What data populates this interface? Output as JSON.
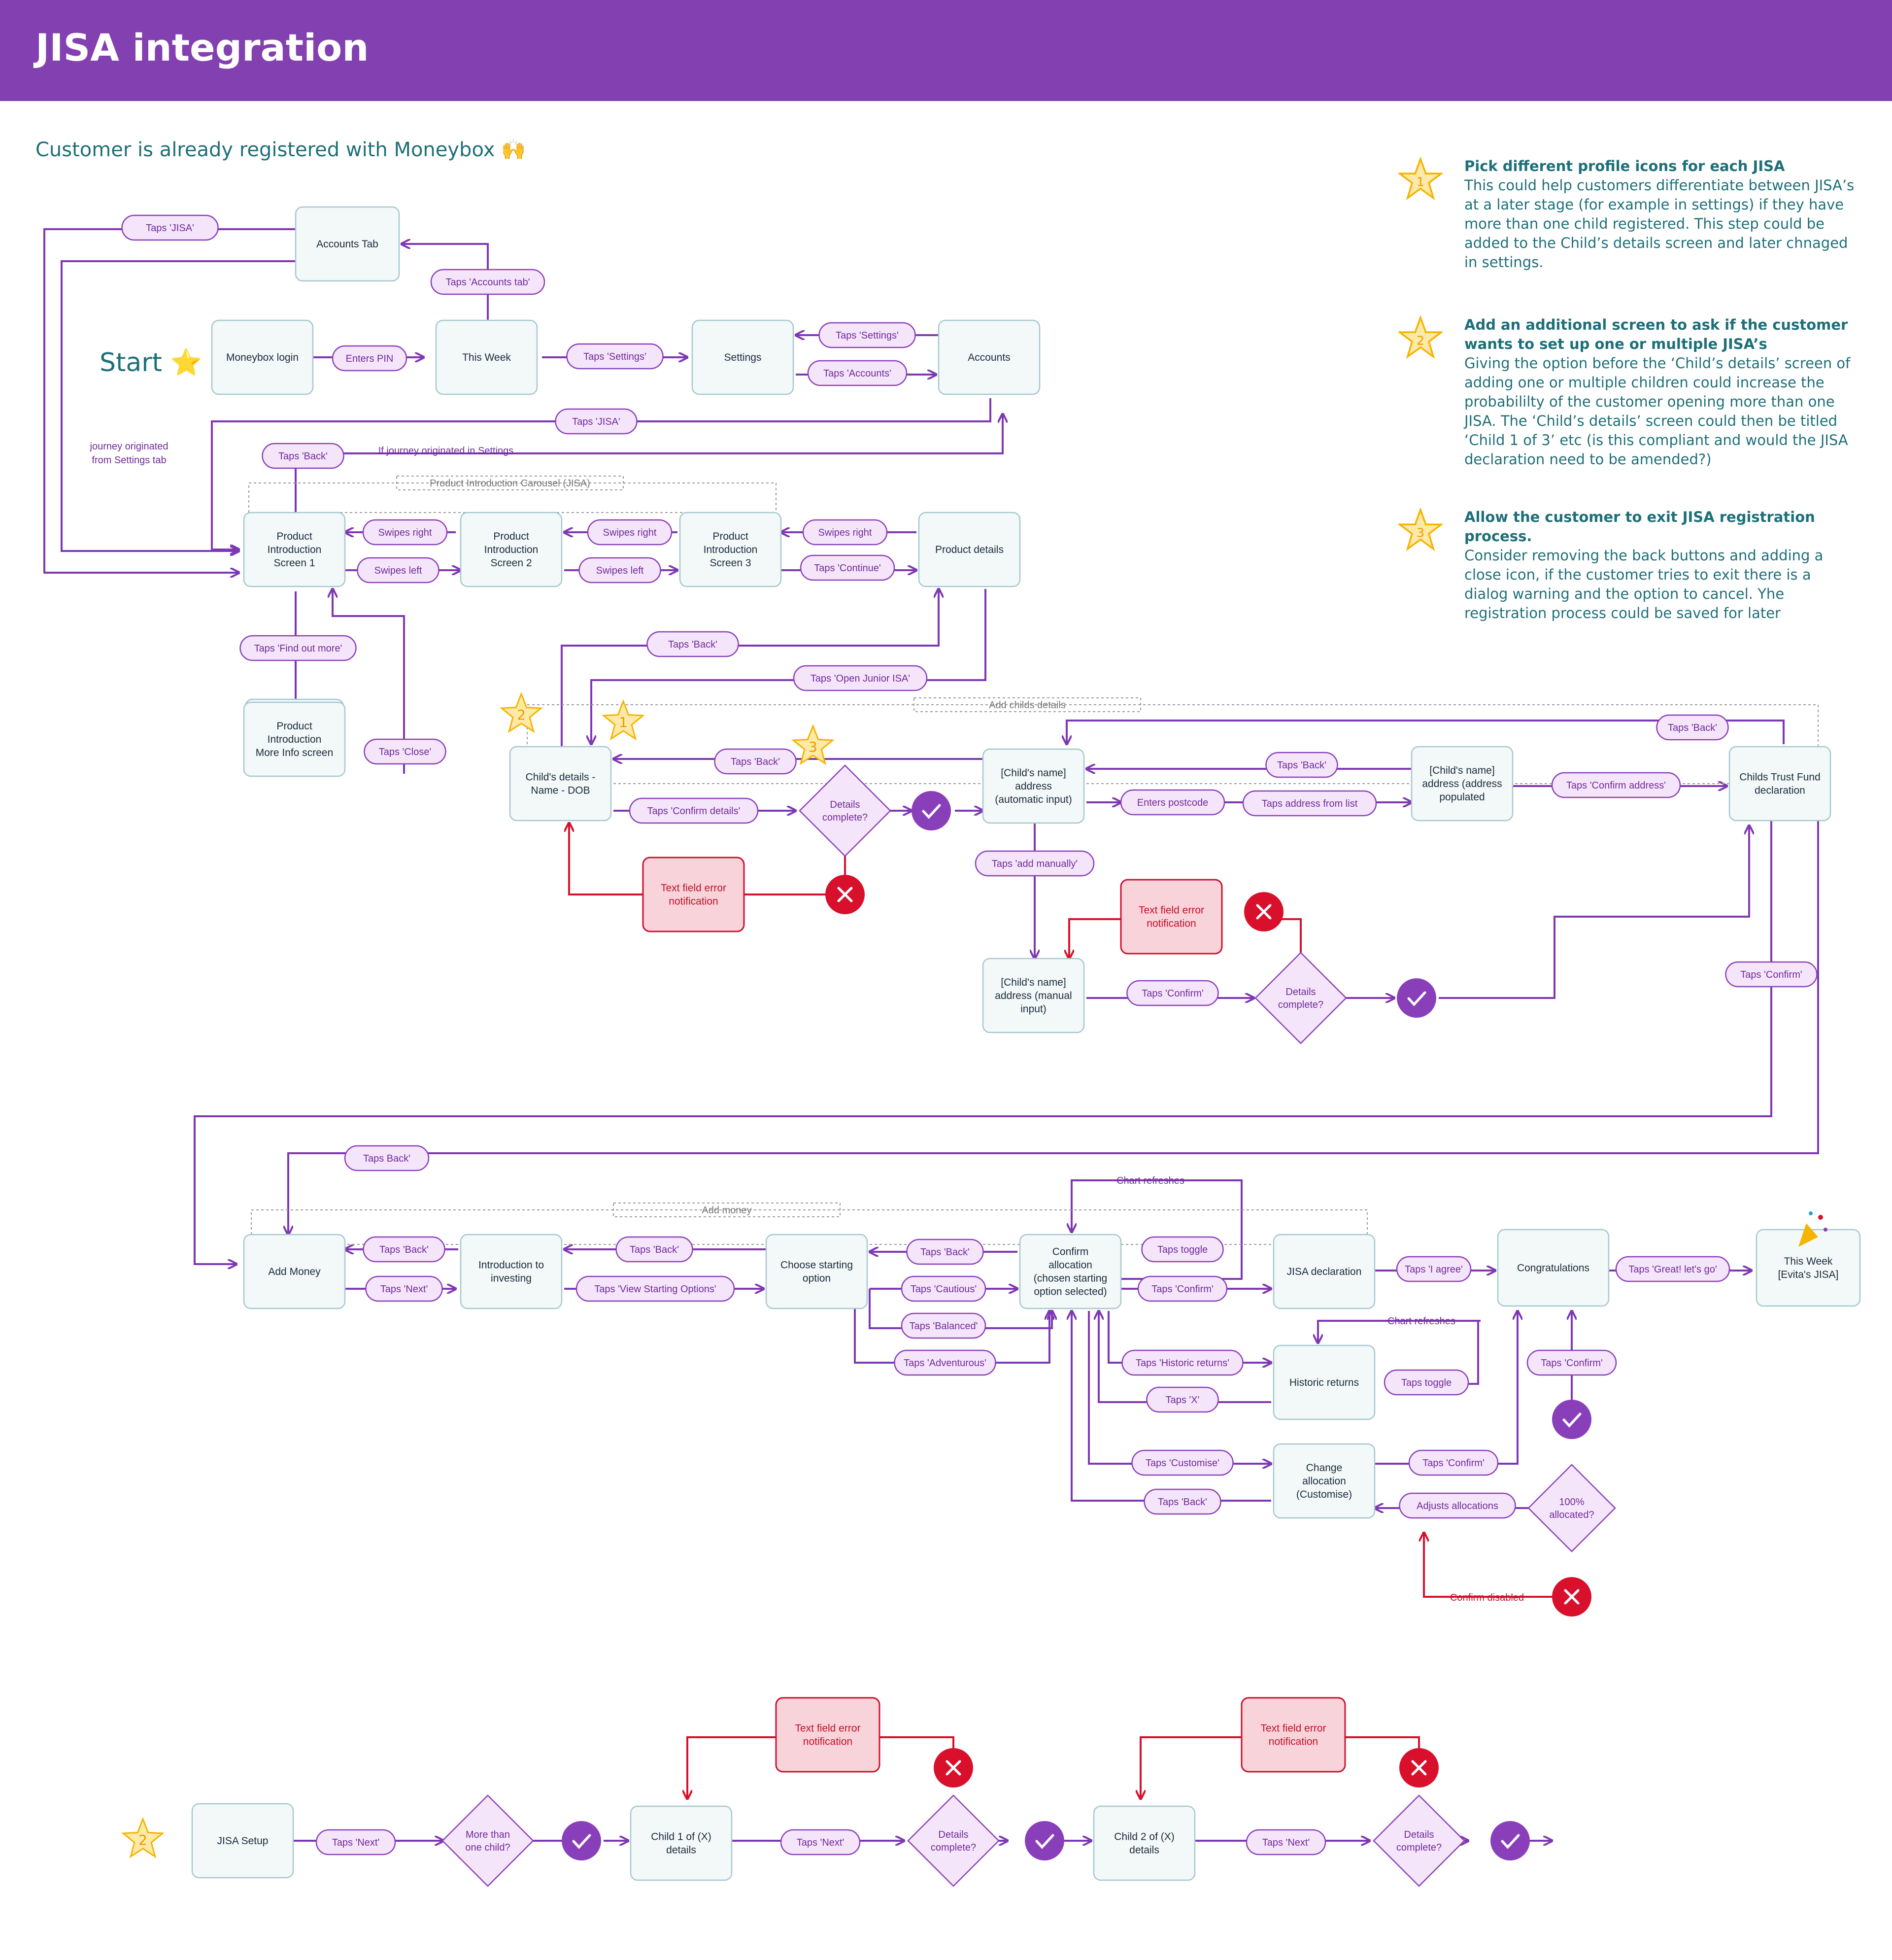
{
  "header": {
    "title": "JISA integration"
  },
  "subtitle": "Customer is already registered with Moneybox 🙌",
  "start_label": "Start ⭐",
  "notes": [
    {
      "num": "1",
      "title": "Pick different profile icons for each JISA",
      "body": "This could help customers differentiate between JISA’s at a later stage (for example in settings) if they have more than one child registered. This step could be added to the Child’s details screen and later chnaged in settings."
    },
    {
      "num": "2",
      "title": "Add an additional screen to ask if the customer wants to set up one or multiple JISA’s",
      "body": "Giving the option before the ‘Child’s details’ screen of adding one or multiple children could increase the probabililty of the customer opening more than one JISA. The ‘Child’s details’ screen could then be titled ‘Child 1 of 3’ etc (is this compliant and would the JISA declaration need to be amended?)"
    },
    {
      "num": "3",
      "title": "Allow the customer to exit JISA registration process.",
      "body": "Consider removing the back buttons and adding a close icon, if the customer tries to exit there is a dialog warning and the option to cancel. Yhe registration process could be saved for later"
    }
  ],
  "groups": {
    "carousel": "Product Introduction Carousel (JISA)",
    "childs_details": "Add childs details",
    "add_money": "Add money"
  },
  "nodes": {
    "accounts_tab": [
      "Accounts Tab"
    ],
    "moneybox_login": [
      "Moneybox login"
    ],
    "this_week": [
      "This Week"
    ],
    "settings": [
      "Settings"
    ],
    "accounts": [
      "Accounts"
    ],
    "pi1": [
      "Product",
      "Introduction",
      "Screen 1"
    ],
    "pi2": [
      "Product",
      "Introduction",
      "Screen 2"
    ],
    "pi3": [
      "Product",
      "Introduction",
      "Screen 3"
    ],
    "product_details": [
      "Product details"
    ],
    "pi_more": [
      "Product",
      "Introduction",
      "More Info screen"
    ],
    "child_dob": [
      "Child's details -",
      "Name - DOB"
    ],
    "addr_auto": [
      "[Child's name]",
      "address",
      "(automatic input)"
    ],
    "addr_pop": [
      "[Child's name]",
      "address (address",
      "populated"
    ],
    "ctf": [
      "Childs Trust Fund",
      "declaration"
    ],
    "addr_manual": [
      "[Child's name]",
      "address (manual",
      "input)"
    ],
    "add_money": [
      "Add Money"
    ],
    "intro_investing": [
      "Introduction to",
      "investing"
    ],
    "choose_option": [
      "Choose starting",
      "option"
    ],
    "confirm_alloc": [
      "Confirm",
      "allocation",
      "(chosen starting",
      "option selected)"
    ],
    "jisa_decl": [
      "JISA declaration"
    ],
    "congrats": [
      "Congratulations"
    ],
    "this_week_evita": [
      "This Week",
      "[Evita's JISA]"
    ],
    "historic": [
      "Historic returns"
    ],
    "change_alloc": [
      "Change",
      "allocation",
      "(Customise)"
    ],
    "jisa_setup": [
      "JISA Setup"
    ],
    "child1": [
      "Child 1 of (X)",
      "details"
    ],
    "child2": [
      "Child 2 of (X)",
      "details"
    ]
  },
  "errors": {
    "err1": [
      "Text field error",
      "notification"
    ],
    "err2": [
      "Text field error",
      "notification"
    ],
    "err3": [
      "Text field error",
      "notification"
    ],
    "err4": [
      "Text field error",
      "notification"
    ]
  },
  "decisions": {
    "d1": [
      "Details",
      "complete?"
    ],
    "d2": [
      "Details",
      "complete?"
    ],
    "d3": [
      "100%",
      "allocated?"
    ],
    "d4": [
      "More than",
      "one child?"
    ],
    "d5": [
      "Details",
      "complete?"
    ],
    "d6": [
      "Details",
      "complete?"
    ]
  },
  "labels": {
    "l1": "Taps 'JISA'",
    "l2": "Taps 'Accounts tab'",
    "l3": "Enters PIN",
    "l4": "Taps 'Settings'",
    "l5": "Taps 'Settings'",
    "l6": "Taps 'Accounts'",
    "l7": "Taps 'JISA'",
    "l8": "Taps 'Back'",
    "l9": "Swipes right",
    "l10": "Swipes left",
    "l11": "Swipes right",
    "l12": "Swipes left",
    "l13": "Swipes right",
    "l14": "Taps 'Continue'",
    "l15": "Taps 'Find out more'",
    "l16": "Taps 'Close'",
    "l17": "Taps 'Back'",
    "l18": "Taps 'Open Junior ISA'",
    "l19": "Taps 'Back'",
    "l20": "Taps 'Confirm details'",
    "l21": "Taps 'Back'",
    "l22": "Enters postcode",
    "l23": "Taps address from list",
    "l24": "Taps 'Confirm address'",
    "l25": "Taps 'Back'",
    "l26": "Taps 'add manually'",
    "l27": "Taps 'Confirm'",
    "l28": "Taps 'Confirm'",
    "l29": "Taps Back'",
    "l30": "Taps 'Back'",
    "l31": "Taps 'Next'",
    "l32": "Taps 'Back'",
    "l33": "Taps 'View Starting Options'",
    "l34": "Taps 'Back'",
    "l35": "Taps 'Cautious'",
    "l36": "Taps 'Balanced'",
    "l37": "Taps 'Adventurous'",
    "l38": "Taps toggle",
    "l39": "Taps 'Confirm'",
    "l40": "Taps 'I agree'",
    "l41": "Taps 'Great! let's go'",
    "l42": "Taps 'Historic returns'",
    "l43": "Taps 'X'",
    "l44": "Taps toggle",
    "l45": "Taps 'Customise'",
    "l46": "Taps 'Back'",
    "l47": "Taps 'Confirm'",
    "l48": "Adjusts allocations",
    "l49": "Taps 'Confirm'",
    "l50": "Taps 'Next'",
    "l51": "Taps 'Next'",
    "l52": "Taps 'Next'"
  },
  "free_text": {
    "journey_a": "journey originated",
    "journey_b": "from Settings tab",
    "if_settings": "If journey originated in Settings",
    "chart_refresh_1": "Chart refreshes",
    "chart_refresh_2": "Chart refreshes",
    "confirm_disabled": "Confirm disabled"
  },
  "colors": {
    "banner": "#8340b0",
    "accent": "#8a3fba",
    "error": "#d8102c",
    "node_fill": "#f3f8f9",
    "teal_text": "#1d6f78",
    "star": "#f5b400"
  }
}
